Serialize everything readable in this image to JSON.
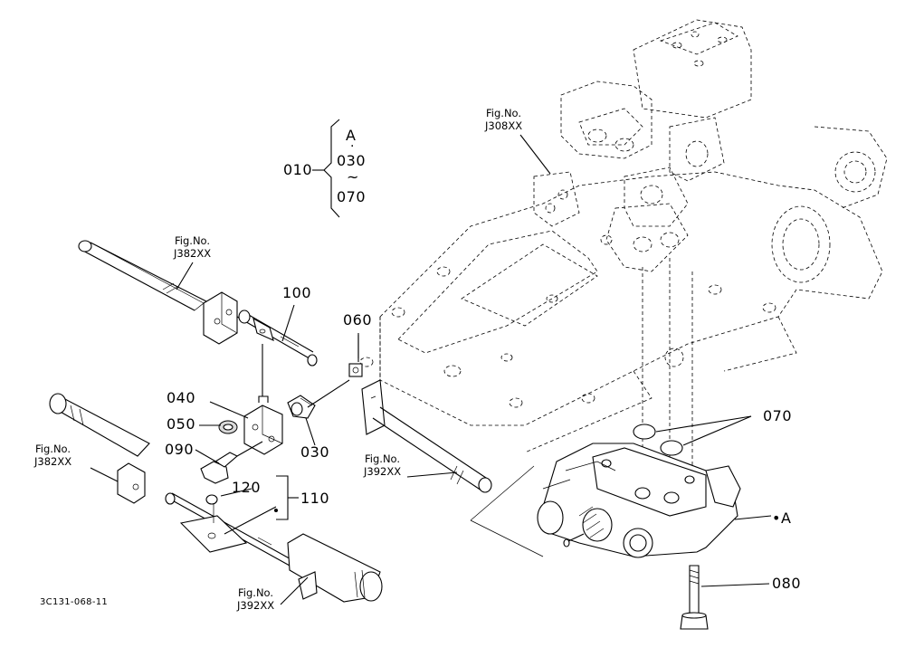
{
  "diagram_code": "3C131-068-11",
  "callouts": {
    "c010": "010",
    "group_a": "A",
    "group_dot": "·",
    "group_from": "030",
    "group_tilde": "~",
    "group_to": "070",
    "c100": "100",
    "c060": "060",
    "c040": "040",
    "c050": "050",
    "c030": "030",
    "c090": "090",
    "c120": "120",
    "c110": "110",
    "c070": "070",
    "c080": "080",
    "ref_a": "•A"
  },
  "fig_refs": {
    "top_left": {
      "label": "Fig.No.",
      "number": "J382XX"
    },
    "top_right": {
      "label": "Fig.No.",
      "number": "J308XX"
    },
    "mid_left": {
      "label": "Fig.No.",
      "number": "J382XX"
    },
    "mid_right": {
      "label": "Fig.No.",
      "number": "J392XX"
    },
    "bottom": {
      "label": "Fig.No.",
      "number": "J392XX"
    }
  }
}
